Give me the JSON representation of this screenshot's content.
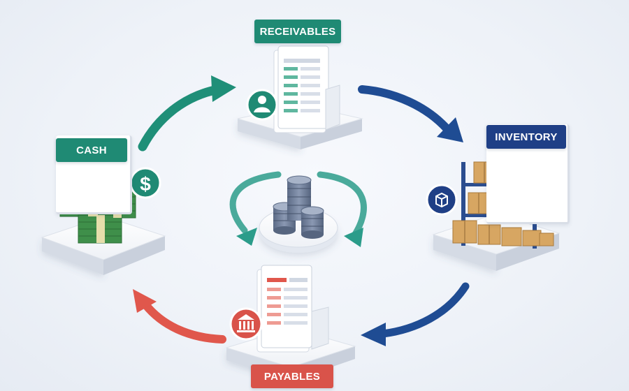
{
  "nodes": {
    "receivables": {
      "label": "RECEIVABLES",
      "color": "#1f8a74"
    },
    "cash": {
      "label": "CASH",
      "color": "#1f8a74"
    },
    "inventory": {
      "label": "INVENTORY",
      "color": "#1f3f86"
    },
    "payables": {
      "label": "PAYABLES",
      "color": "#d9534a"
    }
  },
  "icons": {
    "cash": "dollar-sign-icon",
    "receivables": "person-icon",
    "inventory": "box-icon",
    "payables": "bank-icon",
    "center": "coin-stack-icon"
  },
  "colors": {
    "teal": "#1f8a74",
    "navy": "#1f4f95",
    "red": "#e0574c",
    "green_money": "#3f8f4a"
  }
}
